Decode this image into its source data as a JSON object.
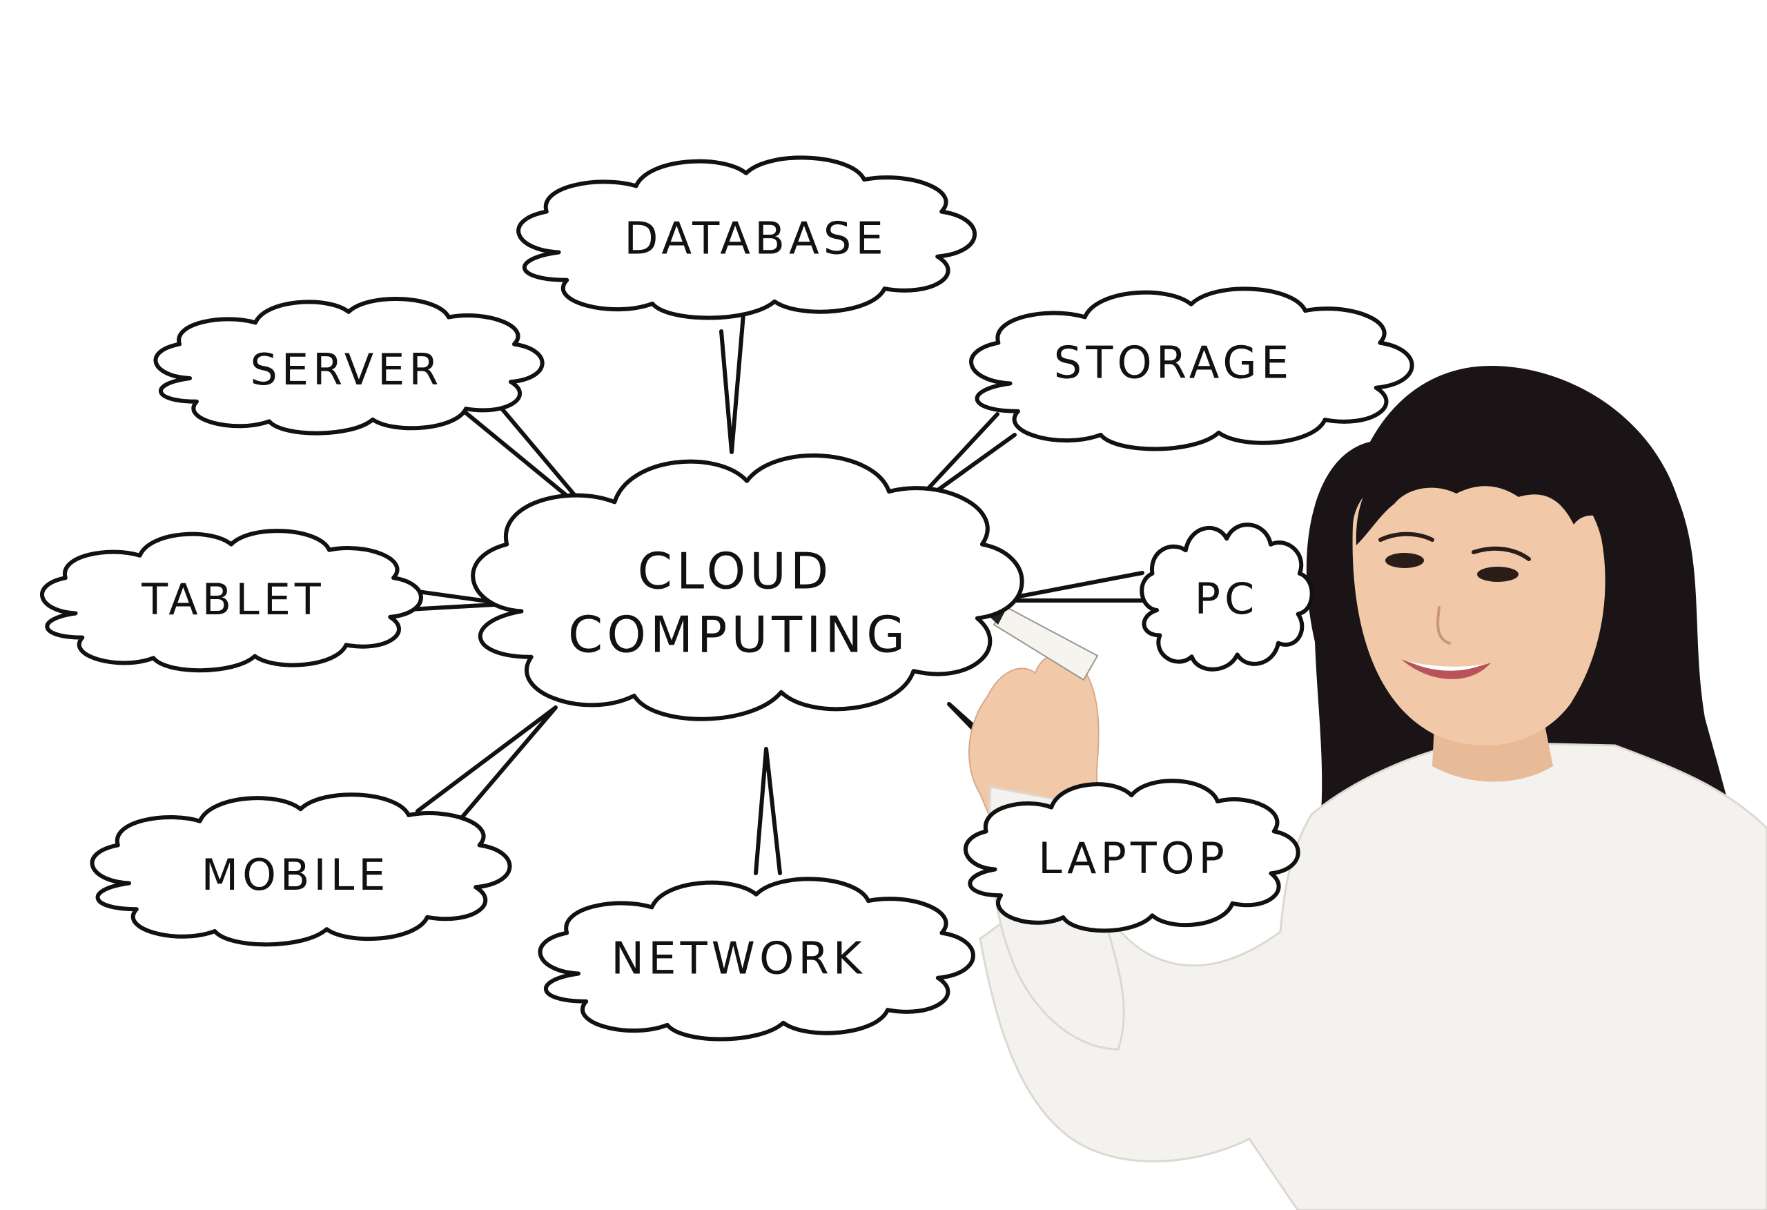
{
  "diagram": {
    "colors": {
      "ink": "#111111",
      "background": "#ffffff",
      "hair": "#1a1416",
      "skin": "#f1c9a8",
      "shirt": "#f4f2ef"
    },
    "center": {
      "line1": "CLOUD",
      "line2": "COMPUTING"
    },
    "nodes": {
      "database": "DATABASE",
      "server": "SERVER",
      "storage": "STORAGE",
      "tablet": "TABLET",
      "pc": "PC",
      "mobile": "MOBILE",
      "network": "NETWORK",
      "laptop": "LAPTOP"
    }
  }
}
